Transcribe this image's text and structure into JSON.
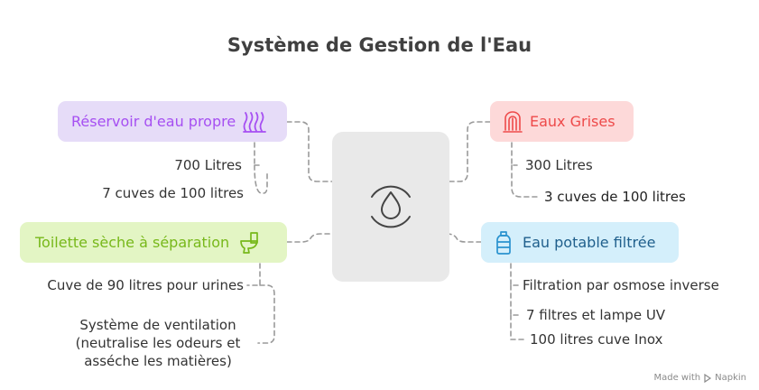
{
  "title": "Système de Gestion de l'Eau",
  "colors": {
    "reservoir_bg": "#e6dcf8",
    "reservoir_fg": "#a64ff2",
    "grises_bg": "#fdd9d9",
    "grises_fg": "#ee4a4a",
    "toilette_bg": "#e3f5c4",
    "toilette_fg": "#77b81a",
    "potable_bg": "#d4effb",
    "potable_fg": "#1f5f8c",
    "hub_bg": "#e9e9e9"
  },
  "center": {
    "icon": "water-drop-icon"
  },
  "branches": {
    "reservoir": {
      "label": "Réservoir d'eau propre",
      "icon": "water-waves-icon",
      "details": [
        "700 Litres",
        "7 cuves de 100 litres"
      ]
    },
    "grises": {
      "label": "Eaux Grises",
      "icon": "dripping-tank-icon",
      "details": [
        "300 Litres",
        "3 cuves de 100 litres"
      ]
    },
    "toilette": {
      "label": "Toilette sèche à séparation",
      "icon": "toilet-icon",
      "details": [
        "Cuve de 90 litres pour urines",
        "Système de ventilation (neutralise les odeurs et asséche les matières)"
      ]
    },
    "potable": {
      "label": "Eau potable filtrée",
      "icon": "water-bottle-icon",
      "details": [
        "Filtration par osmose inverse",
        "7 filtres et lampe UV",
        "100 litres cuve Inox"
      ]
    }
  },
  "footer": {
    "made_with": "Made with",
    "brand": "Napkin"
  }
}
